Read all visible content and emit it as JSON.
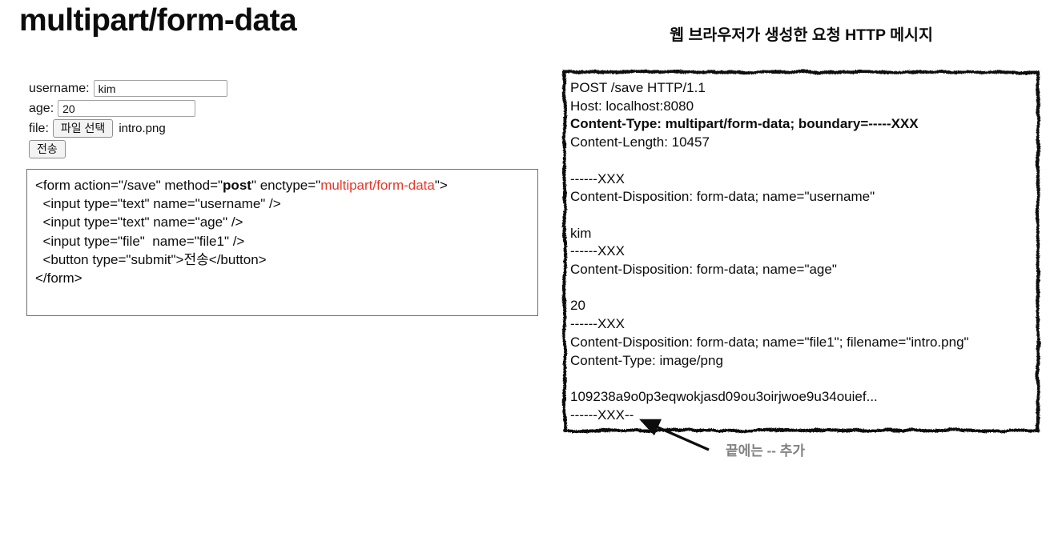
{
  "page": {
    "title": "multipart/form-data",
    "colors": {
      "accent_red": "#e5392b",
      "annotation_gray": "#828282"
    }
  },
  "form_demo": {
    "username_label": "username:",
    "username_value": "kim",
    "age_label": "age:",
    "age_value": "20",
    "file_label": "file:",
    "file_button_label": "파일 선택",
    "file_selected_name": "intro.png",
    "submit_label": "전송"
  },
  "code_block": {
    "lines": [
      [
        {
          "style": "normal",
          "text": "<form action=\"/save\" method=\""
        },
        {
          "style": "bold",
          "text": "post"
        },
        {
          "style": "normal",
          "text": "\" enctype=\""
        },
        {
          "style": "red",
          "text": "multipart/form-data"
        },
        {
          "style": "normal",
          "text": "\">"
        }
      ],
      [
        {
          "style": "normal",
          "text": "  <input type=\"text\" name=\"username\" />"
        }
      ],
      [
        {
          "style": "normal",
          "text": "  <input type=\"text\" name=\"age\" />"
        }
      ],
      [
        {
          "style": "normal",
          "text": "  <input type=\"file\"  name=\"file1\" />"
        }
      ],
      [
        {
          "style": "normal",
          "text": "  <button type=\"submit\">전송</button>"
        }
      ],
      [
        {
          "style": "normal",
          "text": "</form>"
        }
      ]
    ]
  },
  "http_panel": {
    "title": "웹 브라우저가 생성한 요청 HTTP 메시지",
    "message_lines": [
      {
        "text": "POST /save HTTP/1.1",
        "bold": false
      },
      {
        "text": "Host: localhost:8080",
        "bold": false
      },
      {
        "text": "Content-Type: multipart/form-data; boundary=-----XXX",
        "bold": true
      },
      {
        "text": "Content-Length: 10457",
        "bold": false
      },
      {
        "text": "",
        "bold": false
      },
      {
        "text": "------XXX",
        "bold": false
      },
      {
        "text": "Content-Disposition: form-data; name=\"username\"",
        "bold": false
      },
      {
        "text": "",
        "bold": false
      },
      {
        "text": "kim",
        "bold": false
      },
      {
        "text": "------XXX",
        "bold": false
      },
      {
        "text": "Content-Disposition: form-data; name=\"age\"",
        "bold": false
      },
      {
        "text": "",
        "bold": false
      },
      {
        "text": "20",
        "bold": false
      },
      {
        "text": "------XXX",
        "bold": false
      },
      {
        "text": "Content-Disposition: form-data; name=\"file1\"; filename=\"intro.png\"",
        "bold": false
      },
      {
        "text": "Content-Type: image/png",
        "bold": false
      },
      {
        "text": "",
        "bold": false
      },
      {
        "text": "109238a9o0p3eqwokjasd09ou3oirjwoe9u34ouief...",
        "bold": false
      },
      {
        "text": "------XXX--",
        "bold": false
      }
    ],
    "annotation": "끝에는 -- 추가"
  }
}
